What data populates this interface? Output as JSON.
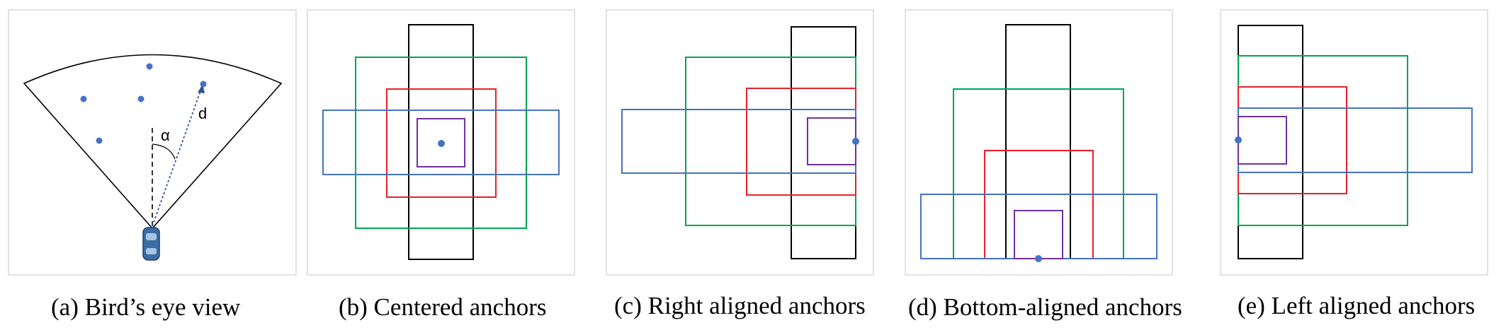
{
  "panels": [
    {
      "id": "a",
      "caption": "(a) Bird’s eye view",
      "labels": {
        "angle": "α",
        "distance": "d"
      }
    },
    {
      "id": "b",
      "caption": "(b) Centered anchors"
    },
    {
      "id": "c",
      "caption": "(c) Right aligned anchors"
    },
    {
      "id": "d",
      "caption": "(d) Bottom-aligned anchors"
    },
    {
      "id": "e",
      "caption": "(e) Left aligned anchors"
    }
  ],
  "colors": {
    "frame": "#d9d9d9",
    "point": "#4472c4",
    "black": "#000000",
    "green": "#00a550",
    "red": "#e8202a",
    "blue": "#4472c4",
    "purple": "#7030a0",
    "car": "#3a6ea5"
  }
}
